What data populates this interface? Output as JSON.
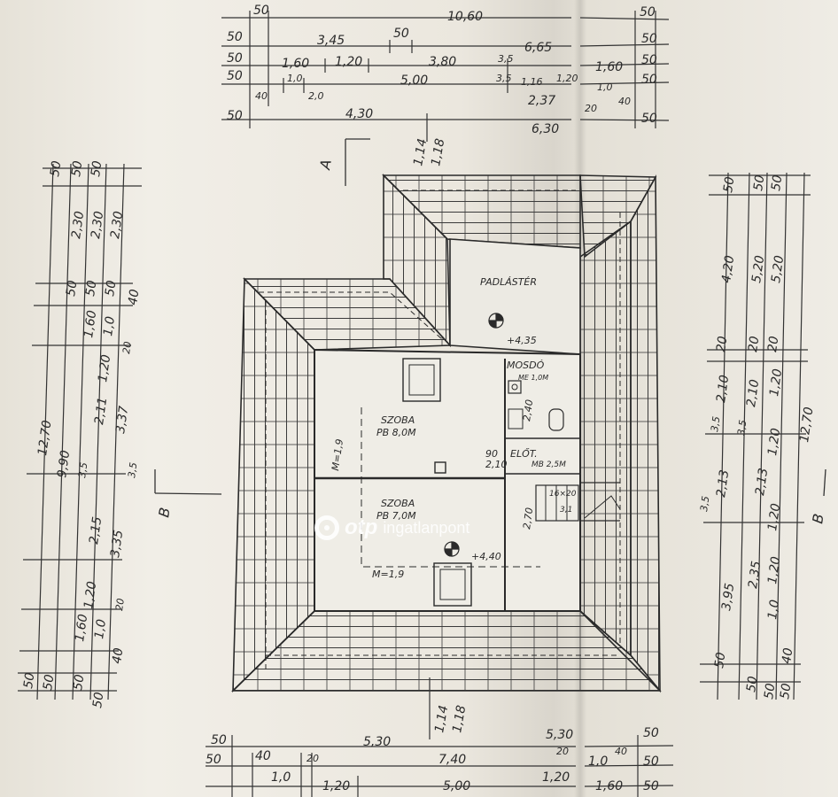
{
  "watermark": {
    "brand": "otp",
    "product": "ingatlanpont"
  },
  "plan": {
    "rooms": [
      {
        "name": "PADLÁSTÉR"
      },
      {
        "name": "MOSDÓ",
        "area": "ME 1,0M"
      },
      {
        "name": "SZOBA",
        "area": "PB 8,0M"
      },
      {
        "name": "SZOBA",
        "area": "PB 7,0M"
      },
      {
        "name": "ELŐT.",
        "area": "MB 2,5M"
      }
    ],
    "levels": [
      "+4,35",
      "+4,40"
    ],
    "ceiling_heights": [
      "M=1,9",
      "M=1,9"
    ],
    "section_marks": [
      "A",
      "B",
      "B"
    ],
    "misc_labels": [
      "90",
      "2,10",
      "2,40",
      "16×20",
      "2,70",
      "3,1"
    ]
  },
  "dimensions": {
    "top": [
      "50",
      "10,60",
      "50",
      "50",
      "3,45",
      "50",
      "6,65",
      "50",
      "50",
      "1,60",
      "1,20",
      "3,80",
      "3,5",
      "1,20",
      "1,60",
      "50",
      "50",
      "1,0",
      "2,0",
      "5,00",
      "3,5",
      "1,16",
      "1,0",
      "50",
      "40",
      "2,37",
      "20",
      "40",
      "50",
      "4,30",
      "6,30",
      "50",
      "1,14",
      "1,18"
    ],
    "bottom": [
      "50",
      "5,30",
      "5,30",
      "50",
      "50",
      "40",
      "20",
      "7,40",
      "20",
      "1,0",
      "40",
      "50",
      "1,0",
      "1,20",
      "5,00",
      "1,20",
      "1,60",
      "50",
      "1,14",
      "1,18"
    ],
    "left": [
      "12,70",
      "9,90",
      "50",
      "50",
      "50",
      "2,30",
      "2,30",
      "2,30",
      "50",
      "50",
      "50",
      "40",
      "1,60",
      "1,0",
      "20",
      "1,20",
      "2,11",
      "3,37",
      "3,5",
      "3,5",
      "2,15",
      "3,35",
      "1,20",
      "20",
      "1,60",
      "1,0",
      "40",
      "50",
      "50",
      "50",
      "50"
    ],
    "right": [
      "12,70",
      "50",
      "50",
      "50",
      "4,20",
      "5,20",
      "5,20",
      "20",
      "20",
      "20",
      "2,10",
      "2,10",
      "1,20",
      "3,5",
      "3,5",
      "3,5",
      "2,13",
      "2,13",
      "1,20",
      "1,20",
      "3,95",
      "2,35",
      "1,20",
      "1,0",
      "50",
      "50",
      "40",
      "50",
      "50"
    ]
  }
}
